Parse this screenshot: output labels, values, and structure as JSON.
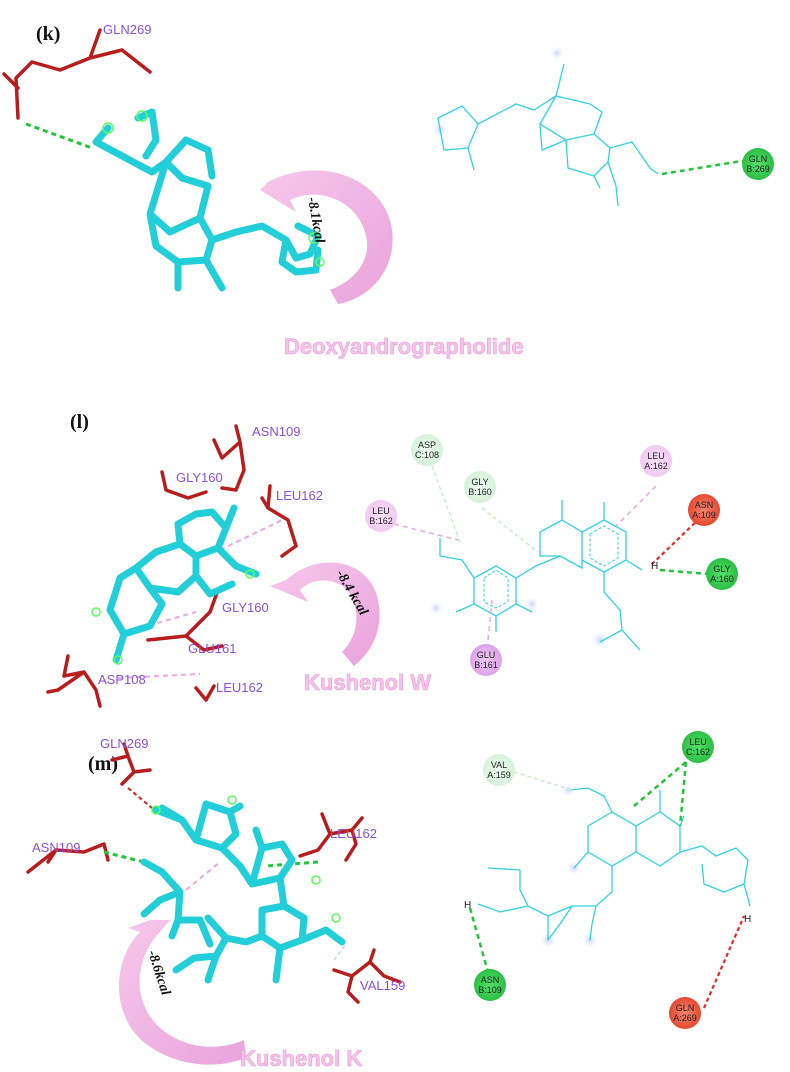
{
  "panels": [
    {
      "label": "(k)",
      "compound": "Deoxyandrographolide",
      "binding_energy": "-8.1kcal",
      "residues_3d": [
        "GLN269"
      ],
      "residues_2d": [
        {
          "line1": "GLN",
          "line2": "B:269",
          "type": "hydrogen-bond"
        }
      ]
    },
    {
      "label": "(l)",
      "compound": "Kushenol W",
      "binding_energy": "-8.4 kcal",
      "residues_3d": [
        "ASN109",
        "GLY160",
        "LEU162",
        "GLY160",
        "GLU161",
        "ASP108",
        "LEU162"
      ],
      "residues_2d": [
        {
          "line1": "ASP",
          "line2": "C:108",
          "type": "van-der-waals"
        },
        {
          "line1": "GLY",
          "line2": "B:160",
          "type": "van-der-waals"
        },
        {
          "line1": "LEU",
          "line2": "A:162",
          "type": "pi-alkyl"
        },
        {
          "line1": "LEU",
          "line2": "B:162",
          "type": "pi-alkyl"
        },
        {
          "line1": "ASN",
          "line2": "A:109",
          "type": "unfavorable"
        },
        {
          "line1": "GLY",
          "line2": "A:160",
          "type": "hydrogen-bond"
        },
        {
          "line1": "GLU",
          "line2": "B:161",
          "type": "pi-anion"
        }
      ],
      "atom_label": "H"
    },
    {
      "label": "(m)",
      "compound": "Kushenol K",
      "binding_energy": "-8.6kcal",
      "residues_3d": [
        "GLN269",
        "ASN109",
        "LEU162",
        "VAL159"
      ],
      "residues_2d": [
        {
          "line1": "VAL",
          "line2": "A:159",
          "type": "van-der-waals"
        },
        {
          "line1": "LEU",
          "line2": "C:162",
          "type": "hydrogen-bond"
        },
        {
          "line1": "ASN",
          "line2": "B:109",
          "type": "hydrogen-bond"
        },
        {
          "line1": "GLN",
          "line2": "A:269",
          "type": "unfavorable"
        }
      ],
      "atom_labels": [
        "H",
        "H"
      ]
    }
  ],
  "colors": {
    "ligand": "#22cfd8",
    "protein_stick": "#b81c1c",
    "residue_label": "#8a4fe0",
    "hydrogen_bond": "#22c43a",
    "unfavorable": "#e32a2a",
    "pi_alkyl": "#f0b8ee",
    "van_der_waals": "#d6f3dc",
    "compound_label": "#f6c4ea"
  }
}
